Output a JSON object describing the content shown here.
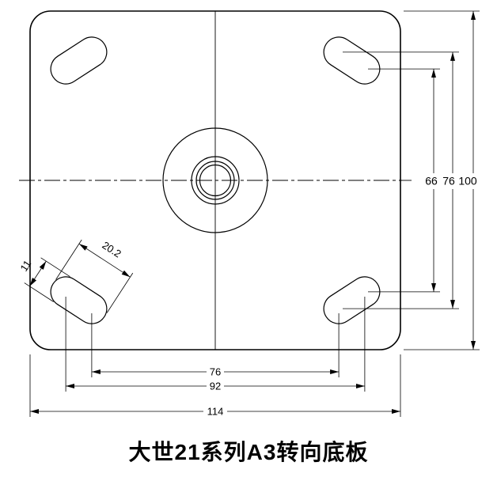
{
  "title": "大世21系列A3转向底板",
  "dimensions": {
    "vertical_right": {
      "inner": "66",
      "middle": "76",
      "outer": "100"
    },
    "horizontal_bottom": {
      "inner": "76",
      "middle": "92",
      "outer": "114"
    },
    "slot_length": "20.2",
    "slot_width": "11"
  },
  "colors": {
    "line": "#000000",
    "background": "#ffffff"
  }
}
